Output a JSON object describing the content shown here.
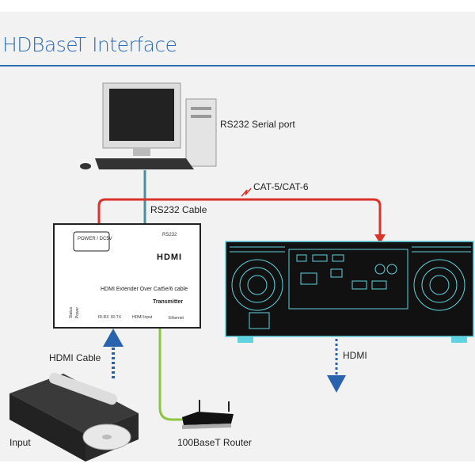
{
  "title": "HDBaseT Interface",
  "labels": {
    "rs232_port": "RS232 Serial port",
    "cat_cable": "CAT-5/CAT-6",
    "rs232_cable": "RS232 Cable",
    "hdmi_cable": "HDMI Cable",
    "hdmi_out": "HDMI",
    "input": "Input",
    "router": "100BaseT Router"
  },
  "transmitter": {
    "logo": "HDMI",
    "product": "HDMI Extender Over Cat5e/6 cable",
    "name": "Transmitter",
    "rs232": "RS232",
    "power_port": "POWER / DC5V",
    "status": "Status",
    "power": "Power",
    "ir_rx": "IR-RX",
    "ir_tx": "IR-TX",
    "hdmi_input": "HDMI Input",
    "ethernet": "Ethernet"
  },
  "colors": {
    "accent": "#2f6db3",
    "cat_cable": "#d9342b",
    "rs232_cable": "#4a8fa0",
    "ethernet_cable": "#8cc63f",
    "hdmi_arrow": "#2a63ad",
    "projector_outline": "#5fd3e0"
  }
}
